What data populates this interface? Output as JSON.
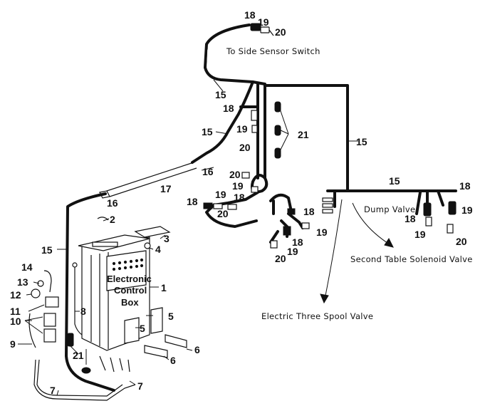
{
  "callouts": {
    "c1": "1",
    "c2": "2",
    "c3": "3",
    "c4": "4",
    "c5": "5",
    "c6": "6",
    "c7": "7",
    "c8": "8",
    "c9": "9",
    "c10": "10",
    "c11": "11",
    "c12": "12",
    "c13": "13",
    "c14": "14",
    "c15": "15",
    "c16": "16",
    "c17": "17",
    "c18": "18",
    "c19": "19",
    "c20": "20",
    "c21": "21"
  },
  "labels": {
    "side_sensor": "To Side Sensor Switch",
    "dump_valve": "Dump Valve",
    "second_table": "Second Table Solenoid Valve",
    "three_spool": "Electric Three Spool Valve",
    "box_line1": "Electronic",
    "box_line2": "Control",
    "box_line3": "Box"
  },
  "colors": {
    "ink": "#111111",
    "paper": "#ffffff"
  }
}
